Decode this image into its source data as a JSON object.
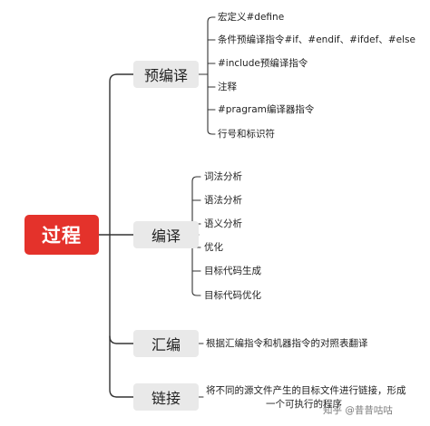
{
  "root": {
    "label": "过程"
  },
  "branches": [
    {
      "label": "预编译",
      "items": [
        "宏定义#define",
        "条件预编译指令#if、#endif、#ifdef、#else",
        "#include预编译指令",
        "注释",
        "#pragram编译器指令",
        "行号和标识符"
      ]
    },
    {
      "label": "编译",
      "items": [
        "词法分析",
        "语法分析",
        "语义分析",
        "优化",
        "目标代码生成",
        "目标代码优化"
      ]
    },
    {
      "label": "汇编",
      "items": [
        "根据汇编指令和机器指令的对照表翻译"
      ]
    },
    {
      "label": "链接",
      "items": [
        "将不同的源文件产生的目标文件进行链接，形成一个可执行的程序"
      ],
      "item_lines": [
        "将不同的源文件产生的目标文件进行链接，形成",
        "一个可执行的程序"
      ]
    }
  ],
  "watermark": "知乎 @昔昔咕咕",
  "colors": {
    "root_fill": "#e4322b",
    "branch_fill": "#e9e9e9",
    "connector": "#333333"
  }
}
